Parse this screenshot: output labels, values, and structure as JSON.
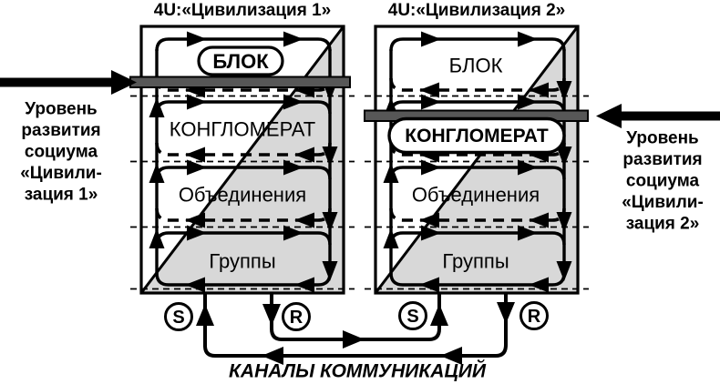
{
  "diagram": {
    "caption": "КАНАЛЫ КОММУНИКАЦИЙ",
    "civ1": {
      "title": "4U:«Цивилизация 1»",
      "levels": [
        "БЛОК",
        "КОНГЛОМЕРАТ",
        "Объединения",
        "Группы"
      ],
      "highlighted_level": "БЛОК",
      "sender_label": "S",
      "receiver_label": "R"
    },
    "civ2": {
      "title": "4U:«Цивилизация 2»",
      "levels": [
        "БЛОК",
        "КОНГЛОМЕРАТ",
        "Объединения",
        "Группы"
      ],
      "highlighted_level": "КОНГЛОМЕРАТ",
      "sender_label": "S",
      "receiver_label": "R"
    },
    "left_note": {
      "lines": [
        "Уровень",
        "развития",
        "социума",
        "«Цивили-",
        "зация 1»"
      ]
    },
    "right_note": {
      "lines": [
        "Уровень",
        "развития",
        "социума",
        "«Цивили-",
        "зация 2»"
      ]
    },
    "colors": {
      "shade": "#d8d8d8",
      "bar": "#575757",
      "ink": "#000000",
      "background": "#ffffff"
    }
  }
}
